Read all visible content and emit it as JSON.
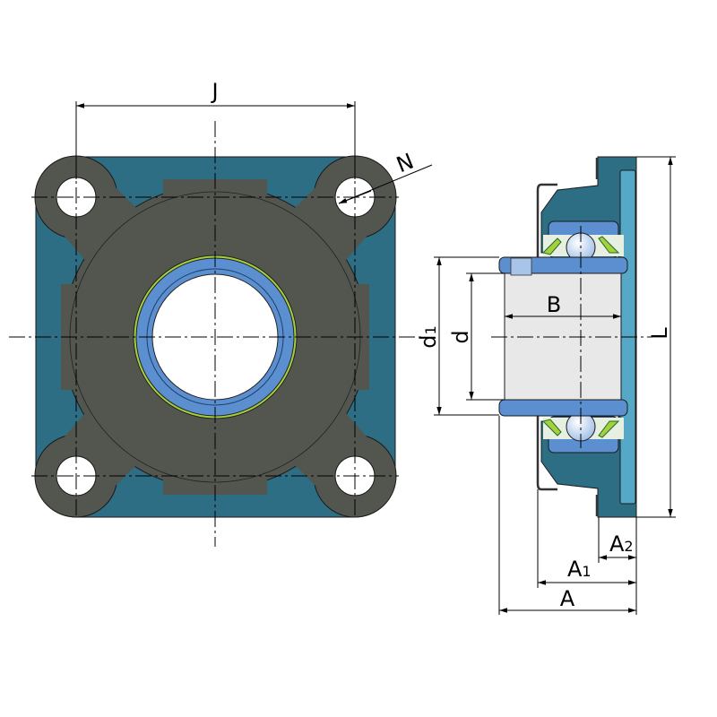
{
  "title": "Flanged bearing unit technical drawing",
  "colors": {
    "housing": "#2d6e84",
    "insert": "#53554f",
    "inner_ring": "#5b8fcf",
    "housing_face": "#56a9c6",
    "seal": "#a6cf3c",
    "bore": "#e8e8e8"
  },
  "dimensions": {
    "J": "J",
    "N": "N",
    "d1": "d",
    "d1_sub": "1",
    "d": "d",
    "B": "B",
    "L": "L",
    "A": "A",
    "A1": "A",
    "A1_sub": "1",
    "A2": "A",
    "A2_sub": "2"
  }
}
